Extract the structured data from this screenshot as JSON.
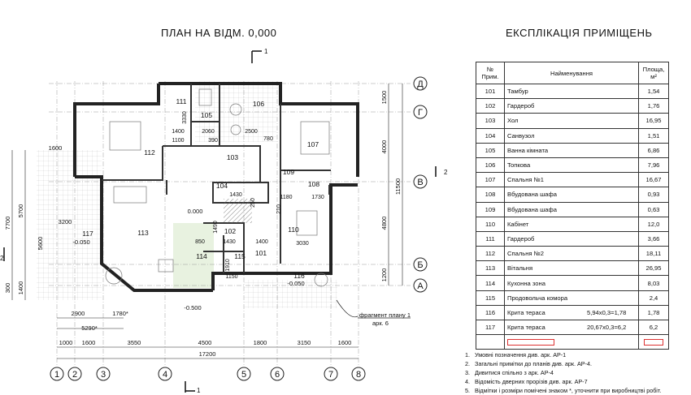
{
  "plan_title": "ПЛАН НА ВІДМ. 0,000",
  "explication_title": "ЕКСПЛІКАЦІЯ ПРИМІЩЕНЬ",
  "table": {
    "header_num": "№ Прим.",
    "header_name": "Найменування",
    "header_area": "Площа, м²",
    "rows": [
      {
        "num": "101",
        "name": "Тамбур",
        "extra": "",
        "area": "1,54"
      },
      {
        "num": "102",
        "name": "Гардероб",
        "extra": "",
        "area": "1,76"
      },
      {
        "num": "103",
        "name": "Хол",
        "extra": "",
        "area": "16,95"
      },
      {
        "num": "104",
        "name": "Санвузол",
        "extra": "",
        "area": "1,51"
      },
      {
        "num": "105",
        "name": "Ванна кімната",
        "extra": "",
        "area": "6,86"
      },
      {
        "num": "106",
        "name": "Топкова",
        "extra": "",
        "area": "7,96"
      },
      {
        "num": "107",
        "name": "Спальня №1",
        "extra": "",
        "area": "16,67"
      },
      {
        "num": "108",
        "name": "Вбудована шафа",
        "extra": "",
        "area": "0,93"
      },
      {
        "num": "109",
        "name": "Вбудована шафа",
        "extra": "",
        "area": "0,63"
      },
      {
        "num": "110",
        "name": "Кабінет",
        "extra": "",
        "area": "12,0"
      },
      {
        "num": "111",
        "name": "Гардероб",
        "extra": "",
        "area": "3,66"
      },
      {
        "num": "112",
        "name": "Спальня №2",
        "extra": "",
        "area": "18,11"
      },
      {
        "num": "113",
        "name": "Вітальня",
        "extra": "",
        "area": "26,95"
      },
      {
        "num": "114",
        "name": "Кухонна зона",
        "extra": "",
        "area": "8,03"
      },
      {
        "num": "115",
        "name": "Продовольча комора",
        "extra": "",
        "area": "2,4"
      },
      {
        "num": "116",
        "name": "Крита тераса",
        "extra": "5,94х0,3=1,78",
        "area": "1,78"
      },
      {
        "num": "117",
        "name": "Крита тераса",
        "extra": "20,67х0,3=6,2",
        "area": "6,2"
      }
    ]
  },
  "notes": [
    {
      "n": "1.",
      "text": "Умовні позначення див. арк. АР-1"
    },
    {
      "n": "2.",
      "text": "Загальні примітки до планів див. арк. АР-4."
    },
    {
      "n": "3.",
      "text": "Дивитися спільно з арк. АР-4"
    },
    {
      "n": "4.",
      "text": "Відомість дверних прорізів див. арк. АР-7"
    },
    {
      "n": "5.",
      "text": "Відмітки і розміри помічені знаком *, уточнити при виробництві робіт."
    }
  ],
  "axes": {
    "vertical": [
      "1",
      "2",
      "3",
      "4",
      "5",
      "6",
      "7",
      "8"
    ],
    "horizontal": [
      "Д",
      "Г",
      "В",
      "Б",
      "А"
    ]
  },
  "room_labels": [
    "111",
    "105",
    "106",
    "112",
    "103",
    "107",
    "104",
    "109",
    "108",
    "110",
    "113",
    "117",
    "102",
    "114",
    "115",
    "101",
    "116"
  ],
  "levels": [
    "0.000",
    "-0.050",
    "-0.050",
    "-0.500"
  ],
  "dims_bottom_segments": [
    "1000",
    "1600",
    "3550",
    "4500",
    "1800",
    "3150",
    "1600"
  ],
  "dim_total": "17200",
  "dims_bottom_extra": [
    "2900",
    "1780*",
    "5290*"
  ],
  "dims_right": [
    "1500",
    "4000",
    "4800",
    "1200"
  ],
  "dim_right_total": "11500",
  "dims_left": [
    "1600",
    "7700",
    "5700",
    "3200",
    "5600",
    "1400",
    "300"
  ],
  "interior_dims": [
    "3330",
    "2060",
    "2500",
    "390",
    "1400",
    "1100",
    "780",
    "1430",
    "1180",
    "1730",
    "3030",
    "850",
    "1490",
    "1430",
    "1400",
    "1910",
    "1150",
    "250",
    "210"
  ],
  "section_marks": [
    "1",
    "1",
    "2",
    "2"
  ],
  "callout": {
    "text": "фрагмент плану 1",
    "sheet": "арк. 6"
  }
}
